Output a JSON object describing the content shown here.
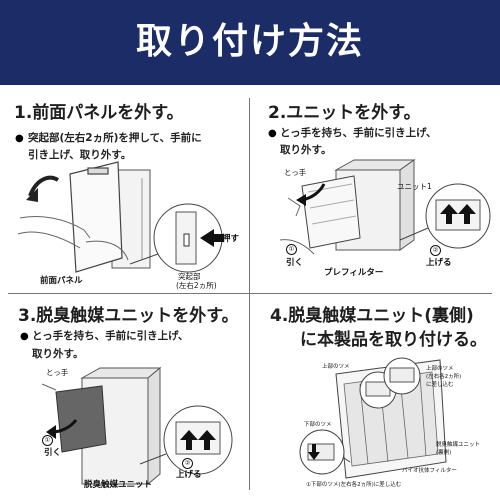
{
  "header": {
    "title": "取り付け方法",
    "bg_color": "#1b2c66"
  },
  "steps": [
    {
      "title": "1.前面パネルを外す。",
      "bullet": "●",
      "lines": [
        "突起部(左右2ヵ所)を押して、手前に",
        "引き上げ、取り外す。"
      ],
      "labels": {
        "push": "押す",
        "panel": "前面パネル",
        "protrusion_1": "突起部",
        "protrusion_2": "(左右2ヵ所)"
      },
      "icons": [
        "curved-arrow-icon",
        "push-arrow-icon"
      ]
    },
    {
      "title": "2.ユニットを外す。",
      "bullet": "●",
      "lines": [
        "とっ手を持ち、手前に引き上げ、",
        "取り外す。"
      ],
      "labels": {
        "handle": "とっ手",
        "unit": "ユニット1",
        "num1": "①",
        "pull": "引く",
        "num2": "②",
        "lift": "上げる",
        "prefilter": "プレフィルター"
      },
      "icons": [
        "pull-arrow-icon",
        "lift-arrow-icon"
      ]
    },
    {
      "title": "3.脱臭触媒ユニットを外す。",
      "bullet": "●",
      "lines": [
        "とっ手を持ち、手前に引き上げ、",
        "取り外す。"
      ],
      "labels": {
        "handle": "とっ手",
        "num1": "①",
        "pull": "引く",
        "num2": "②",
        "lift": "上げる",
        "unit": "脱臭触媒ユニット"
      },
      "icons": [
        "pull-arrow-icon",
        "lift-arrow-icon"
      ]
    },
    {
      "title_lines": [
        "4.脱臭触媒ユニット(裏側)",
        "に本製品を取り付ける。"
      ],
      "labels": {
        "upper_claw_left": "上部のツメ",
        "upper_claw_right_1": "上部のツメ",
        "upper_claw_right_2": "(左右各2ヵ所)",
        "upper_claw_right_3": "に差し込む",
        "lower_claw": "下部のツメ",
        "unit_back_1": "脱臭触媒ユニット",
        "unit_back_2": "(裏側)",
        "bio_filter": "バイオ抗体フィルター",
        "bottom_note": "①下部のツメ(左右各2ヵ所)に差し込む"
      }
    }
  ],
  "colors": {
    "title_text": "#ffffff",
    "text": "#222222",
    "line": "#555555"
  }
}
